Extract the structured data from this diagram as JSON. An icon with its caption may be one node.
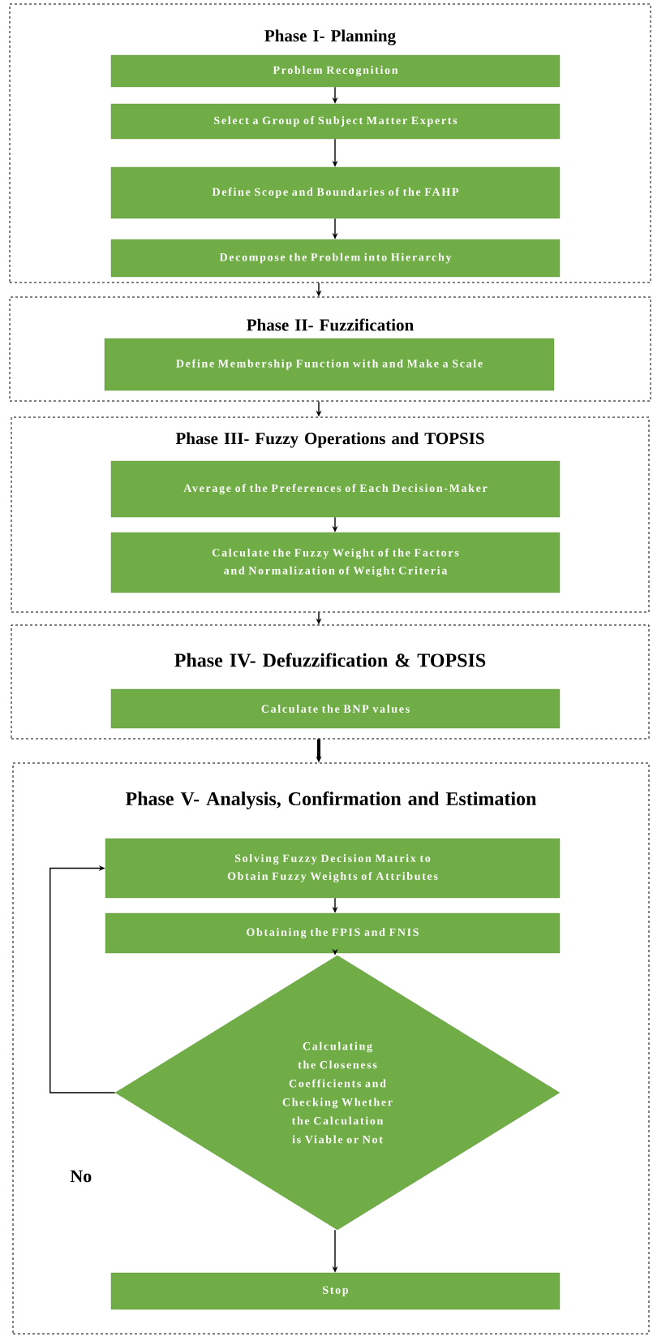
{
  "diagram": {
    "nodes": [
      {
        "text": [
          "Phase I- Planning"
        ]
      },
      {
        "text": [
          "Problem Recognition"
        ],
        "in": 0
      },
      {
        "text": [
          "Select a Group of Subject Matter Experts"
        ],
        "in": 0
      },
      {
        "text": [
          "Define Scope and Boundaries of the FAHP"
        ],
        "in": 0
      },
      {
        "text": [
          "Decompose the Problem into Hierarchy"
        ],
        "in": 0
      },
      {
        "text": [
          "Phase II- Fuzzification"
        ]
      },
      {
        "text": [
          "Define Membership Function with and Make a Scale"
        ],
        "in": 5
      },
      {
        "text": [
          "Phase III- Fuzzy Operations and TOPSIS"
        ]
      },
      {
        "text": [
          "Average of the Preferences of Each Decision-Maker"
        ],
        "in": 7
      },
      {
        "text": [
          "Calculate the Fuzzy Weight of the Factors and Normalization of Weight Criteria"
        ],
        "in": 7
      },
      {
        "text": [
          "Phase IV- Defuzzification & TOPSIS"
        ]
      },
      {
        "text": [
          "Calculate the BNP values"
        ],
        "in": 10
      },
      {
        "text": [
          "Phase V- Analysis, Confirmation and Estimation"
        ]
      },
      {
        "text": [
          "Solving Fuzzy Decision Matrix to Obtain Fuzzy Weights of Attributes"
        ],
        "in": 12
      },
      {
        "text": [
          "Obtaining the FPIS and FNIS"
        ],
        "in": 12
      },
      {
        "text": [
          "Calculating the Closeness Coefficients and Checking Whether the Calculation is Viable or Not"
        ],
        "in": 12
      },
      {
        "text": [
          "Stop"
        ],
        "in": 12
      }
    ],
    "edges": [
      {
        "from": 1,
        "to": 2,
        "arrow": "to"
      },
      {
        "from": 2,
        "to": 3,
        "arrow": "to"
      },
      {
        "from": 3,
        "to": 4,
        "arrow": "to"
      },
      {
        "from": 0,
        "to": 5,
        "arrow": "to"
      },
      {
        "from": 5,
        "to": 7,
        "arrow": "to"
      },
      {
        "from": 8,
        "to": 9,
        "arrow": "to"
      },
      {
        "from": 7,
        "to": 10,
        "arrow": "to"
      },
      {
        "from": 10,
        "to": 12,
        "arrow": "to",
        "style": "thick"
      },
      {
        "from": 13,
        "to": 14,
        "arrow": "to"
      },
      {
        "from": 14,
        "to": 15,
        "arrow": "to"
      },
      {
        "from": 15,
        "to": 16,
        "arrow": "to"
      },
      {
        "from": 15,
        "to": 13,
        "arrow": "to",
        "label": "No"
      }
    ]
  }
}
